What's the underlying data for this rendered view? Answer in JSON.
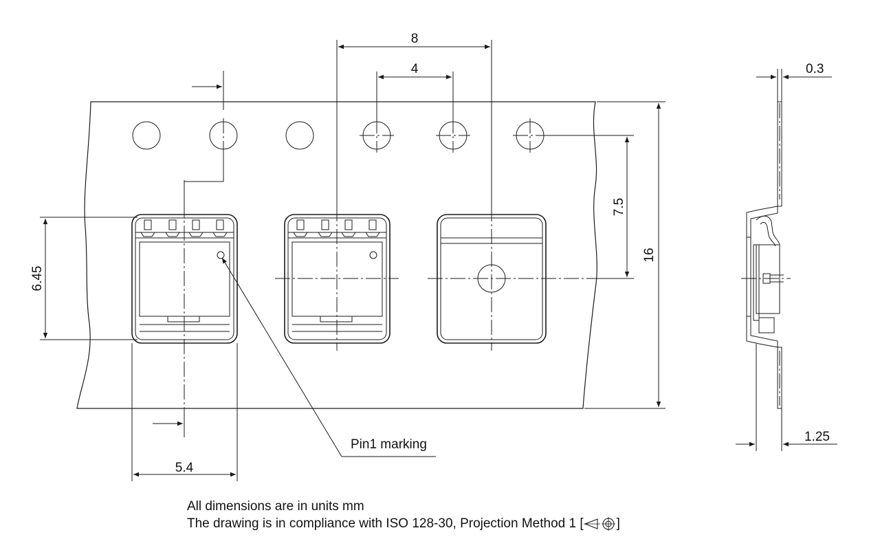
{
  "dimensions": {
    "pitch_holes": "4",
    "pitch_pockets": "8",
    "tape_width": "16",
    "hole_to_pocket": "7.5",
    "pocket_height": "6.45",
    "pocket_width": "5.4",
    "tape_thickness": "0.3",
    "pocket_depth": "1.25"
  },
  "labels": {
    "pin1": "Pin1 marking"
  },
  "notes": {
    "line1": "All dimensions are in units mm",
    "line2": "The drawing is in compliance with ISO 128-30, Projection Method 1 [",
    "line2_end": "]"
  }
}
